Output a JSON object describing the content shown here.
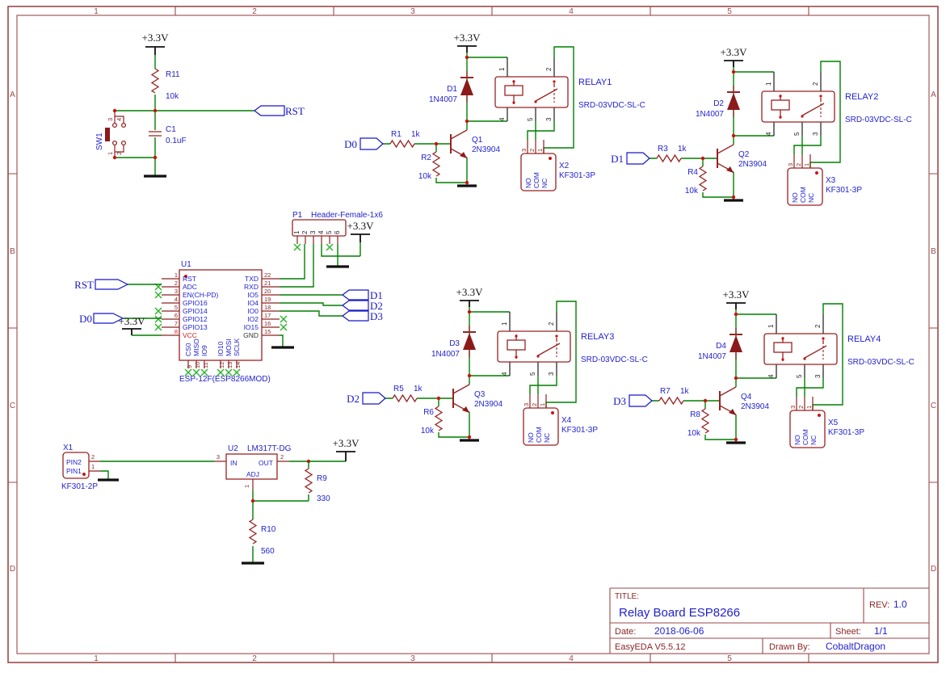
{
  "frame": {
    "columns": [
      "1",
      "2",
      "3",
      "4",
      "5"
    ],
    "rows": [
      "A",
      "B",
      "C",
      "D"
    ]
  },
  "title_block": {
    "title_label": "TITLE:",
    "title": "Relay Board ESP8266",
    "rev_label": "REV:",
    "rev": "1.0",
    "date_label": "Date:",
    "date": "2018-06-06",
    "sheet_label": "Sheet:",
    "sheet": "1/1",
    "tool": "EasyEDA V5.5.12",
    "drawn_by_label": "Drawn By:",
    "drawn_by": "CobaltDragon"
  },
  "nets": {
    "rail": "+3.3V",
    "rst": "RST",
    "d0": "D0",
    "d1": "D1",
    "d2": "D2",
    "d3": "D3"
  },
  "reset_circuit": {
    "rail": "+3.3V",
    "rst": "RST",
    "r11_ref": "R11",
    "r11_val": "10k",
    "c1_ref": "C1",
    "c1_val": "0.1uF",
    "sw_ref": "SW1",
    "n1": "1",
    "n2": "2",
    "n3": "3",
    "n4": "4"
  },
  "mcu": {
    "ref": "U1",
    "part": "ESP-12F(ESP8266MOD)",
    "left_pins": [
      {
        "num": "1",
        "name": "RST"
      },
      {
        "num": "2",
        "name": "ADC"
      },
      {
        "num": "3",
        "name": "EN(CH-PD)"
      },
      {
        "num": "4",
        "name": "GPIO16"
      },
      {
        "num": "5",
        "name": "GPIO14"
      },
      {
        "num": "6",
        "name": "GPIO12"
      },
      {
        "num": "7",
        "name": "GPIO13"
      },
      {
        "num": "8",
        "name": "VCC"
      }
    ],
    "right_pins": [
      {
        "num": "22",
        "name": "TXD"
      },
      {
        "num": "21",
        "name": "RXD"
      },
      {
        "num": "20",
        "name": "IO5"
      },
      {
        "num": "19",
        "name": "IO4"
      },
      {
        "num": "18",
        "name": "IO0"
      },
      {
        "num": "17",
        "name": "IO2"
      },
      {
        "num": "16",
        "name": "IO15"
      },
      {
        "num": "15",
        "name": "GND"
      }
    ],
    "bottom_pins": [
      {
        "num": "9",
        "name": "CS0"
      },
      {
        "num": "10",
        "name": "MISO"
      },
      {
        "num": "11",
        "name": "IO9"
      },
      {
        "num": "12",
        "name": "IO10"
      },
      {
        "num": "13",
        "name": "MOSI"
      },
      {
        "num": "14",
        "name": "SCLK"
      }
    ]
  },
  "header": {
    "ref": "P1",
    "part": "Header-Female-1x6",
    "pins": [
      "1",
      "2",
      "3",
      "4",
      "5",
      "6"
    ],
    "rail": "+3.3V"
  },
  "regulator": {
    "x1_ref": "X1",
    "x1_part": "KF301-2P",
    "pin2_label": "PIN2",
    "pin1_label": "PIN1",
    "pin2_num": "2",
    "pin1_num": "1",
    "u2_ref": "U2",
    "u2_part": "LM317T-DG",
    "in_label": "IN",
    "out_label": "OUT",
    "adj_label": "ADJ",
    "in_num": "3",
    "out_num": "2",
    "adj_num": "1",
    "r9_ref": "R9",
    "r9_val": "330",
    "r10_ref": "R10",
    "r10_val": "560",
    "rail": "+3.3V"
  },
  "channels": [
    {
      "input": "D0",
      "rail": "+3.3V",
      "rb_ref": "R1",
      "rb_val": "1k",
      "rpd_ref": "R2",
      "rpd_val": "10k",
      "q_ref": "Q1",
      "q_part": "2N3904",
      "d_ref": "D1",
      "d_part": "1N4007",
      "relay_ref": "RELAY1",
      "relay_part": "SRD-03VDC-SL-C",
      "conn_ref": "X2",
      "conn_part": "KF301-3P",
      "no": "NO",
      "com": "COM",
      "nc": "NC",
      "pin1": "1",
      "pin2": "2",
      "pin3": "3",
      "pin4": "4",
      "pin5": "5",
      "t3": "3",
      "t2": "2",
      "t1": "1"
    },
    {
      "input": "D1",
      "rail": "+3.3V",
      "rb_ref": "R3",
      "rb_val": "1k",
      "rpd_ref": "R4",
      "rpd_val": "10k",
      "q_ref": "Q2",
      "q_part": "2N3904",
      "d_ref": "D2",
      "d_part": "1N4007",
      "relay_ref": "RELAY2",
      "relay_part": "SRD-03VDC-SL-C",
      "conn_ref": "X3",
      "conn_part": "KF301-3P",
      "no": "NO",
      "com": "COM",
      "nc": "NC",
      "pin1": "1",
      "pin2": "2",
      "pin3": "3",
      "pin4": "4",
      "pin5": "5",
      "t3": "3",
      "t2": "2",
      "t1": "1"
    },
    {
      "input": "D2",
      "rail": "+3.3V",
      "rb_ref": "R5",
      "rb_val": "1k",
      "rpd_ref": "R6",
      "rpd_val": "10k",
      "q_ref": "Q3",
      "q_part": "2N3904",
      "d_ref": "D3",
      "d_part": "1N4007",
      "relay_ref": "RELAY3",
      "relay_part": "SRD-03VDC-SL-C",
      "conn_ref": "X4",
      "conn_part": "KF301-3P",
      "no": "NO",
      "com": "COM",
      "nc": "NC",
      "pin1": "1",
      "pin2": "2",
      "pin3": "3",
      "pin4": "4",
      "pin5": "5",
      "t3": "3",
      "t2": "2",
      "t1": "1"
    },
    {
      "input": "D3",
      "rail": "+3.3V",
      "rb_ref": "R7",
      "rb_val": "1k",
      "rpd_ref": "R8",
      "rpd_val": "10k",
      "q_ref": "Q4",
      "q_part": "2N3904",
      "d_ref": "D4",
      "d_part": "1N4007",
      "relay_ref": "RELAY4",
      "relay_part": "SRD-03VDC-SL-C",
      "conn_ref": "X5",
      "conn_part": "KF301-3P",
      "no": "NO",
      "com": "COM",
      "nc": "NC",
      "pin1": "1",
      "pin2": "2",
      "pin3": "3",
      "pin4": "4",
      "pin5": "5",
      "t3": "3",
      "t2": "2",
      "t1": "1"
    }
  ]
}
